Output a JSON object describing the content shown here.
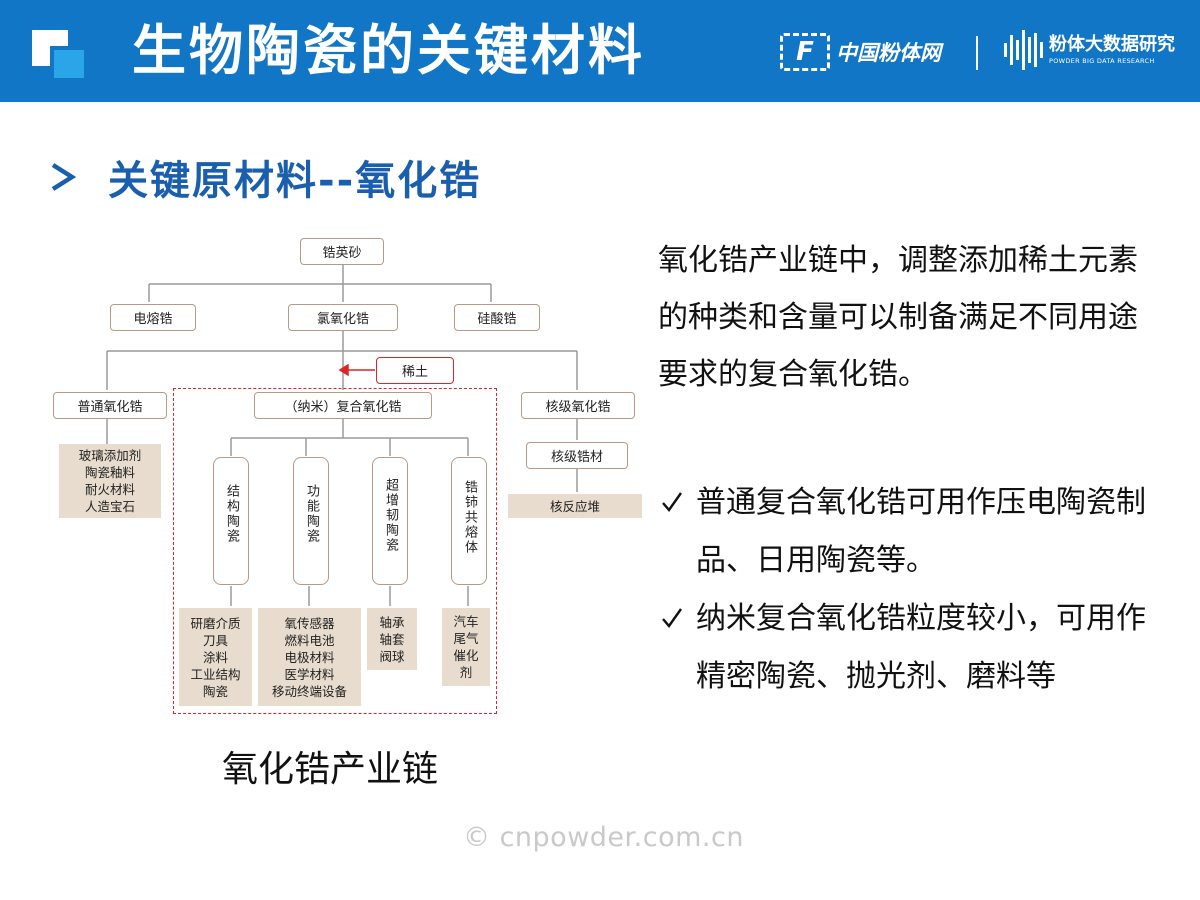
{
  "header": {
    "title": "生物陶瓷的关键材料",
    "brand1_mark": "F",
    "brand1_name": "中国粉体网",
    "brand2_name": "粉体大数据研究",
    "brand2_en": "POWDER BIG DATA RESEARCH",
    "color": "#1276c7"
  },
  "subtitle": "关键原材料--氧化锆",
  "diagram": {
    "root": "锆英砂",
    "level1": [
      "电熔锆",
      "氯氧化锆",
      "硅酸锆"
    ],
    "rare_earth": "稀土",
    "level2": [
      "普通氧化锆",
      "（纳米）复合氧化锆",
      "核级氧化锆"
    ],
    "ordinary_uses": [
      "玻璃添加剂",
      "陶瓷釉料",
      "耐火材料",
      "人造宝石"
    ],
    "nuclear_material": "核级锆材",
    "nuclear_use": "核反应堆",
    "composite_branches": [
      "结构陶瓷",
      "功能陶瓷",
      "超增韧陶瓷",
      "锆铈共熔体"
    ],
    "structural_uses": [
      "研磨介质",
      "刀具",
      "涂料",
      "工业结构",
      "陶瓷"
    ],
    "functional_uses": [
      "氧传感器",
      "燃料电池",
      "电极材料",
      "医学材料",
      "移动终端设备"
    ],
    "toughened_uses": [
      "轴承",
      "轴套",
      "阀球"
    ],
    "fused_uses": [
      "汽车",
      "尾气",
      "催化",
      "剂"
    ]
  },
  "caption": "氧化锆产业链",
  "intro": "氧化锆产业链中，调整添加稀土元素的种类和含量可以制备满足不同用途要求的复合氧化锆。",
  "bullets": [
    "普通复合氧化锆可用作压电陶瓷制品、日用陶瓷等。",
    "纳米复合氧化锆粒度较小，可用作精密陶瓷、抛光剂、磨料等"
  ],
  "watermark": "© cnpowder.com.cn",
  "icons": {
    "bullet": "check-icon",
    "subtitle": "arrow-right-icon"
  }
}
